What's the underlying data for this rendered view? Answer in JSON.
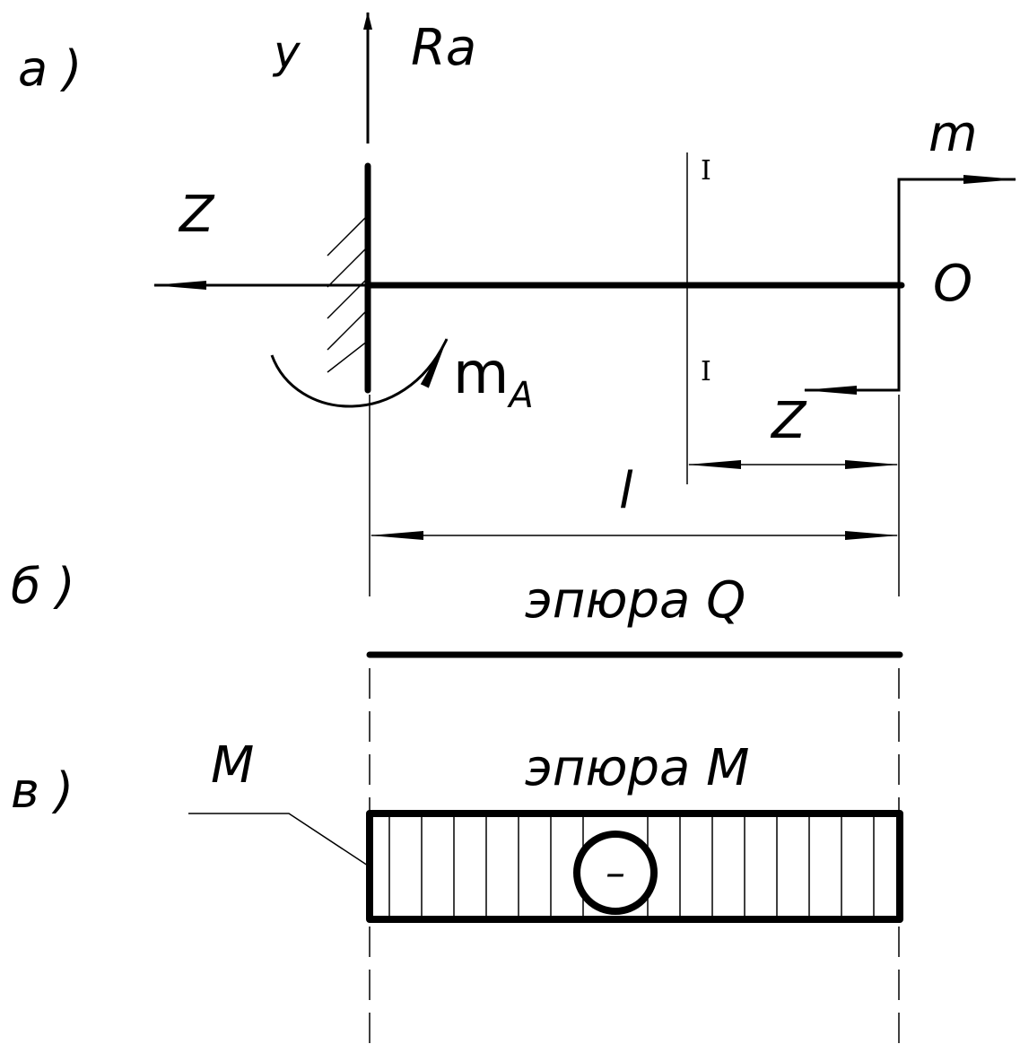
{
  "labels": {
    "part_a": "а )",
    "part_b": "б )",
    "part_c": "в )",
    "y_axis": "y",
    "reaction": "Ra",
    "moment_right": "m",
    "z_axis_left": "Z",
    "point_o": "O",
    "moment_support": "m",
    "moment_support_sub": "A",
    "section_top": "I",
    "section_bottom": "I",
    "z_local": "Z",
    "length": "l",
    "diagram_q_title": "эпюра Q",
    "diagram_m_title": "эпюра M",
    "m_leader": "M",
    "sign": "–"
  }
}
